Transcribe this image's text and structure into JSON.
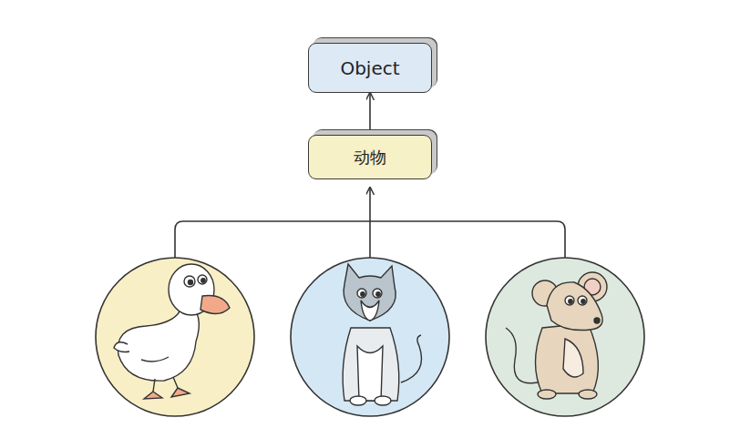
{
  "diagram": {
    "nodes": [
      {
        "text": [
          "Object"
        ]
      },
      {
        "text": [
          "动物"
        ]
      }
    ],
    "edges": [
      {
        "from": 1,
        "to": 0,
        "arrow": "to"
      }
    ]
  }
}
